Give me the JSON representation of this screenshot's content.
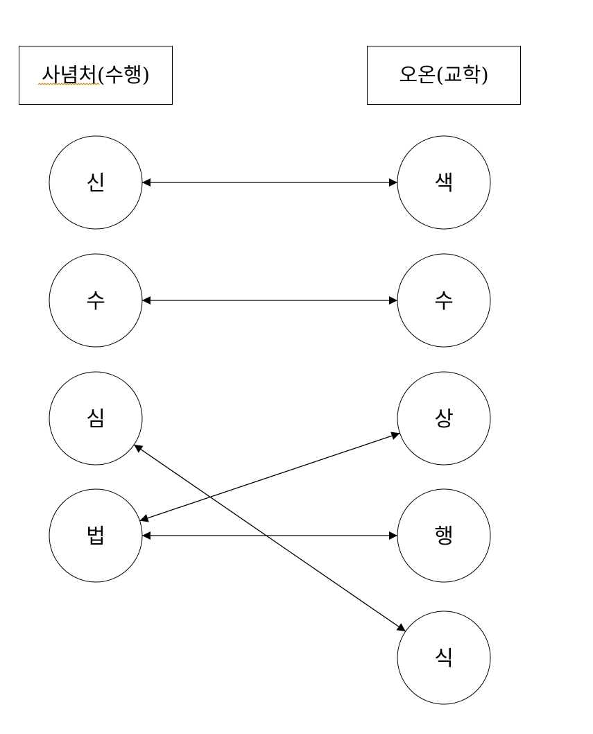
{
  "headers": {
    "left": "사념처(수행)",
    "right": "오온(교학)"
  },
  "left_nodes": [
    {
      "id": "L1",
      "label": "신"
    },
    {
      "id": "L2",
      "label": "수"
    },
    {
      "id": "L3",
      "label": "심"
    },
    {
      "id": "L4",
      "label": "법"
    }
  ],
  "right_nodes": [
    {
      "id": "R1",
      "label": "색"
    },
    {
      "id": "R2",
      "label": "수"
    },
    {
      "id": "R3",
      "label": "상"
    },
    {
      "id": "R4",
      "label": "행"
    },
    {
      "id": "R5",
      "label": "식"
    }
  ],
  "connections": [
    {
      "from": "L1",
      "to": "R1",
      "bidirectional": true
    },
    {
      "from": "L2",
      "to": "R2",
      "bidirectional": true
    },
    {
      "from": "L3",
      "to": "R5",
      "bidirectional": true
    },
    {
      "from": "L4",
      "to": "R3",
      "bidirectional": true
    },
    {
      "from": "L4",
      "to": "R4",
      "bidirectional": true
    }
  ],
  "colors": {
    "stroke": "#000000",
    "background": "#ffffff",
    "spellcheck_underline": "#c8860a"
  }
}
